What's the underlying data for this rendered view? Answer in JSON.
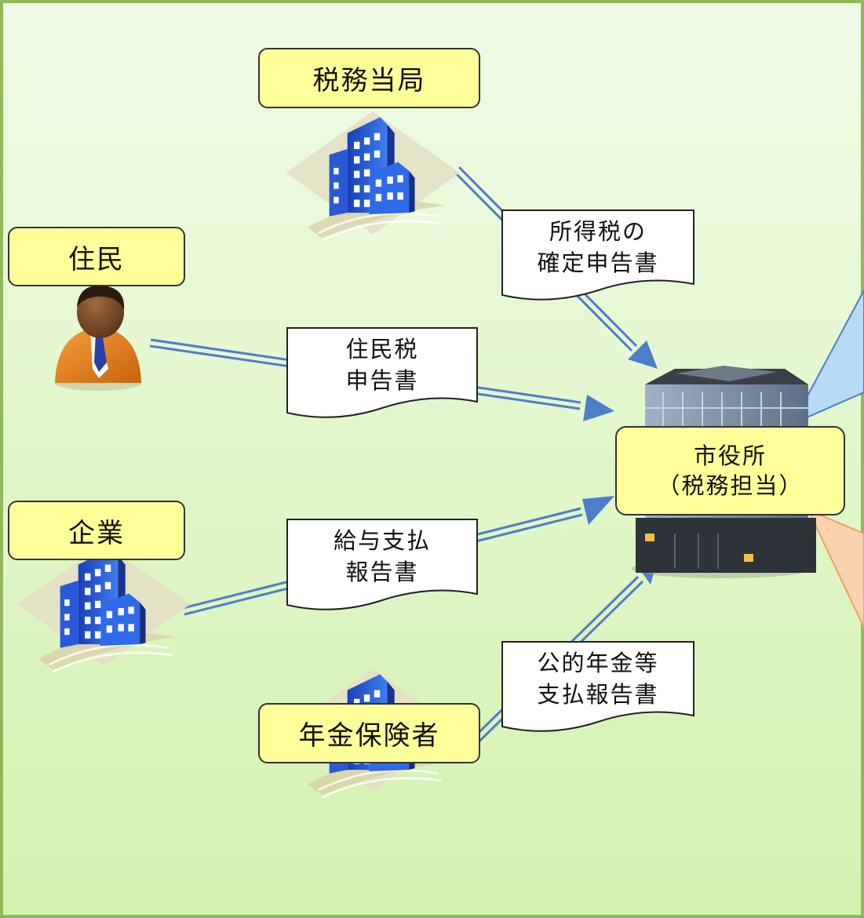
{
  "colors": {
    "background_top": "#f0fbe6",
    "background_bottom": "#d2f2b0",
    "frame": "#8fb85a",
    "label_fill": "#ffff99",
    "arrow": "#4d7ec9",
    "building_blue": "#1f4fd6"
  },
  "nodes": {
    "tax_office": "税務当局",
    "resident": "住民",
    "company": "企業",
    "pension_insurer": "年金保険者",
    "city_hall": {
      "line1": "市役所",
      "line2": "（税務担当）"
    }
  },
  "documents": {
    "income_tax_return": {
      "line1": "所得税の",
      "line2": "確定申告書"
    },
    "resident_tax_return": {
      "line1": "住民税",
      "line2": "申告書"
    },
    "salary_payment_report": {
      "line1": "給与支払",
      "line2": "報告書"
    },
    "pension_payment_report": {
      "line1": "公的年金等",
      "line2": "支払報告書"
    }
  },
  "icons": [
    "office-building-icon",
    "businessman-icon",
    "city-hall-building-icon"
  ]
}
